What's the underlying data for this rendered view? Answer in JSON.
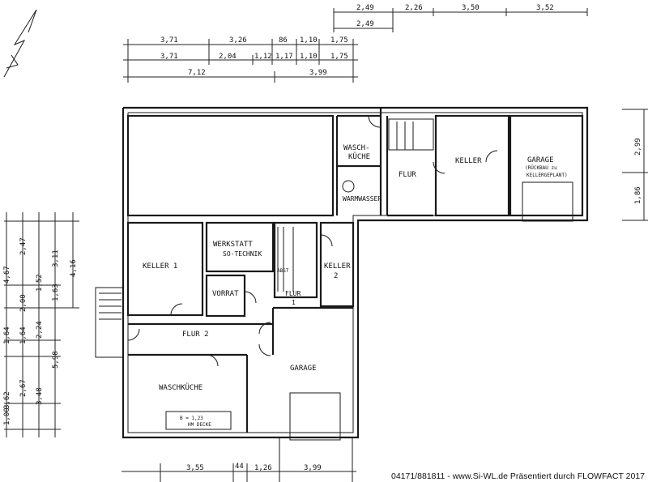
{
  "rooms": {
    "waschkueche_top": "WASCH-\nKÜCHE",
    "flur_top": "FLUR",
    "keller_top": "KELLER",
    "garage_top": "GARAGE",
    "garage_note_1": "(RÜCKBAU zu",
    "garage_note_2": "KELLERGEPLANT)",
    "warmwasser": "WARMWASSER",
    "werkstatt": "WERKSTATT",
    "so_technik": "SO-TECHNIK",
    "keller_1": "KELLER 1",
    "vorrat": "VORRAT",
    "keller_2_a": "KELLER",
    "keller_2_b": "2",
    "flur_1_a": "FLUR",
    "flur_1_b": "1",
    "abst": "ABST",
    "flur_2": "FLUR 2",
    "garage_main": "GARAGE",
    "waschkueche_bottom": "WASCHKÜCHE",
    "small_note_1": "B = 1,23",
    "small_note_2": "HM DECKE"
  },
  "dimensions": {
    "top_right_row1": [
      "2,49",
      "2,26",
      "3,50",
      "3,52"
    ],
    "top_right_row2": [
      "2,49"
    ],
    "top_row1": [
      "3,71",
      "3,26",
      "86",
      "1,10",
      "1,75"
    ],
    "top_row2": [
      "3,71",
      "2,04",
      "1,12",
      "1,17",
      "1,10",
      "1,75"
    ],
    "top_row3": [
      "7,12",
      "3,99"
    ],
    "right": [
      "2,99",
      "1,86"
    ],
    "left_col1": [
      "4,67",
      "1,64",
      "3,62",
      "1,00"
    ],
    "left_col2": [
      "2,47",
      "2,00",
      "1,64",
      "2,67"
    ],
    "left_col3": [
      "1,52",
      "2,24",
      "3,48"
    ],
    "left_col4": [
      "3,11",
      "1,63",
      "5,98"
    ],
    "left_col5": [
      "4,16"
    ],
    "bottom": [
      "3,55",
      "44",
      "1,26",
      "3,99"
    ]
  },
  "footer": "04171/881811 - www.Si-WL.de Präsentiert durch FLOWFACT 2017"
}
